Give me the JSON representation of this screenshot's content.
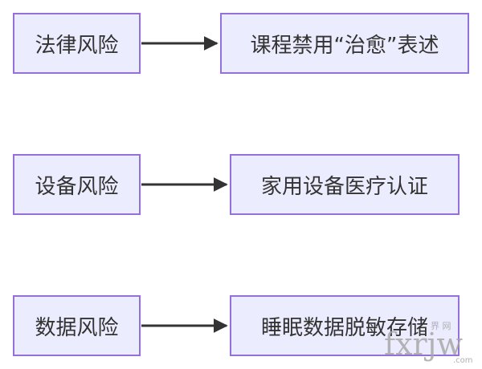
{
  "rows": [
    {
      "risk": "法律风险",
      "measure": "课程禁用“治愈”表述"
    },
    {
      "risk": "设备风险",
      "measure": "家用设备医疗认证"
    },
    {
      "risk": "数据风险",
      "measure": "睡眠数据脱敏存储"
    }
  ],
  "watermark": {
    "site": "fxrjw",
    "tag": "界 网",
    "tld": ".com"
  },
  "colors": {
    "node_fill": "#ececff",
    "node_border": "#9370db",
    "text": "#333333",
    "edge": "#333333"
  }
}
